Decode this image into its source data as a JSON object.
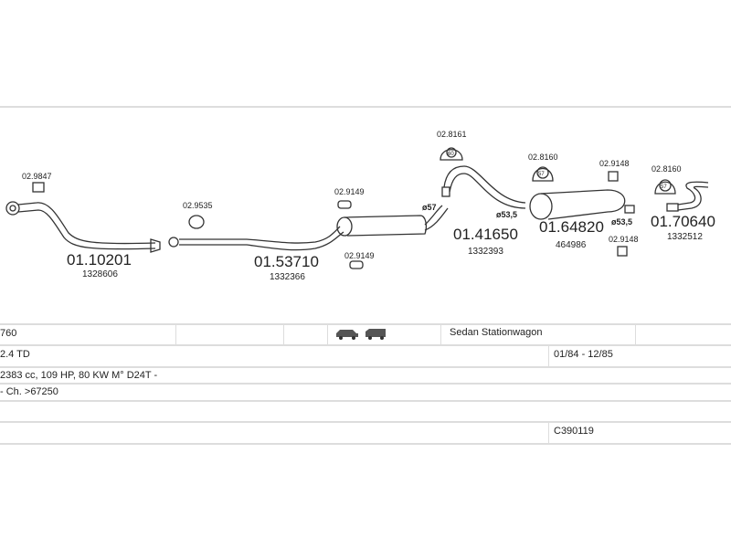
{
  "diagram": {
    "parts": [
      {
        "number": "01.10201",
        "ref": "1328606"
      },
      {
        "number": "01.53710",
        "ref": "1332366"
      },
      {
        "number": "01.41650",
        "ref": "1332393"
      },
      {
        "number": "01.64820",
        "ref": "464986"
      },
      {
        "number": "01.70640",
        "ref": "1332512"
      }
    ],
    "clamps": {
      "c1": "02.9847",
      "c2": "02.9535",
      "c3": "02.9149",
      "c4": "02.9149",
      "c5": "02.8161",
      "c6": "02.8160",
      "c7": "02.9148",
      "c8": "02.9148",
      "c9": "02.8160"
    },
    "diameters": {
      "d1": "ø57",
      "d2": "ø53,5",
      "d3": "ø53,5"
    },
    "clamp_sizes": {
      "s1": "60",
      "s2": "57",
      "s3": "57"
    }
  },
  "table": {
    "model": "760",
    "body_types": "Sedan  Stationwagon",
    "engine": "2.4 TD",
    "years": "01/84 - 12/85",
    "specs": "2383 cc, 109 HP, 80 KW M° D24T -",
    "chassis": "- Ch. >67250",
    "code": "C390119"
  }
}
